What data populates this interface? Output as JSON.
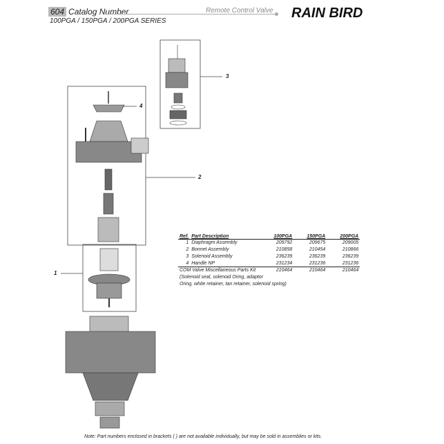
{
  "header": {
    "catalog_page": "604",
    "catalog_label": "Catalog Number",
    "series": "100PGA / 150PGA / 200PGA SERIES",
    "section": "Remote Control Valve",
    "brand": "RAIN BIRD"
  },
  "callouts": [
    "1",
    "2",
    "3",
    "4"
  ],
  "table": {
    "headers": [
      "Ref.",
      "Part Description",
      "100PGA",
      "150PGA",
      "200PGA"
    ],
    "rows": [
      {
        "ref": "1",
        "desc": "Diaphragm Assembly",
        "p100": "209792",
        "p150": "209675",
        "p200": "209005"
      },
      {
        "ref": "2",
        "desc": "Bonnet Assembly",
        "p100": "210858",
        "p150": "210454",
        "p200": "210866"
      },
      {
        "ref": "3",
        "desc": "Solenoid Assembly",
        "p100": "236239",
        "p150": "236239",
        "p200": "236239"
      },
      {
        "ref": "4",
        "desc": "Handle NP",
        "p100": "231234",
        "p150": "231236",
        "p200": "231236"
      }
    ],
    "kit": {
      "desc": "COM Valve Miscellaneous Parts Kit",
      "p100": "210464",
      "p150": "210464",
      "p200": "210464",
      "detail_1": "(Solenoid seal, solenoid Oring, adaptor",
      "detail_2": "Oring, white retainer, tan retainer, solenoid spring)"
    }
  },
  "note": "Note: Part numbers enclosed in brackets (  ) are not available individually, but may be sold in assemblies or kits."
}
